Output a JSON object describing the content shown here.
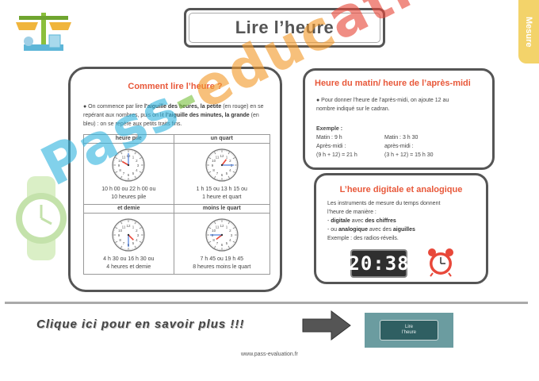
{
  "header": {
    "title": "Lire l’heure",
    "side_tab": "Mesure"
  },
  "left_panel": {
    "title": "Comment lire l’heure ?",
    "intro": {
      "t1": "● On commence par lire ",
      "b1": "l’aiguille des heures, la petite",
      "t2": " (en rouge) en se repérant aux nombres, puis on lit ",
      "b2": "l’aiguille des minutes, la grande",
      "t3": " (en bleu) : on se repère aux petits traits fins."
    },
    "table": {
      "cells": [
        {
          "header": "heure pile",
          "line1": "10 h 00 ou 22 h 00 ou",
          "line2": "10 heures pile"
        },
        {
          "header": "un quart",
          "line1": "1 h 15 ou 13 h 15 ou",
          "line2": "1 heure et quart"
        },
        {
          "header": "et demie",
          "line1": "4 h 30 ou 16 h 30 ou",
          "line2": "4 heures et demie"
        },
        {
          "header": "moins le quart",
          "line1": "7 h 45 ou 19 h 45",
          "line2": "8 heures moins le quart"
        }
      ]
    }
  },
  "top_right_panel": {
    "title": "Heure du matin/ heure de l’après-midi",
    "intro_1": "● Pour donner l’heure de l’après-midi, on ajoute 12 au",
    "intro_2": "nombre indiqué sur le cadran.",
    "example_label": "Exemple :",
    "col1": [
      "Matin : 9 h",
      "Après-midi :",
      "(9 h + 12) = 21 h"
    ],
    "col2": [
      "Matin : 3 h 30",
      "après-midi :",
      "(3 h + 12) = 15 h 30"
    ]
  },
  "bottom_right_panel": {
    "title": "L’heure digitale et analogique",
    "line1": "Les instruments de mesure du temps donnent",
    "line2": "l’heure de manière :",
    "digital_prefix": "- ",
    "digital_b1": "digitale",
    "digital_mid": " avec ",
    "digital_b2": "des chiffres",
    "analog_prefix": "- ou ",
    "analog_b1": "analogique",
    "analog_mid": " avec des ",
    "analog_b2": "aiguilles",
    "example": "Exemple : des radios-réveils.",
    "digital_display": "20:38"
  },
  "footer": {
    "cta": "Clique ici pour en savoir plus !!!",
    "thumb_line1": "Lire",
    "thumb_line2": "l’heure",
    "url": "www.pass-evaluation.fr"
  },
  "watermark": {
    "part1": "Pass",
    "part2": "-",
    "part3": "educ",
    "part4": "ation"
  },
  "colors": {
    "accent_title": "#e8583a",
    "hour_hand": "#e8483a",
    "minute_hand": "#3a6fd8",
    "side_tab": "#f3d36a"
  },
  "clocks": [
    {
      "hour": 10,
      "minute": 0
    },
    {
      "hour": 1,
      "minute": 15
    },
    {
      "hour": 4,
      "minute": 30
    },
    {
      "hour": 7,
      "minute": 45
    }
  ]
}
